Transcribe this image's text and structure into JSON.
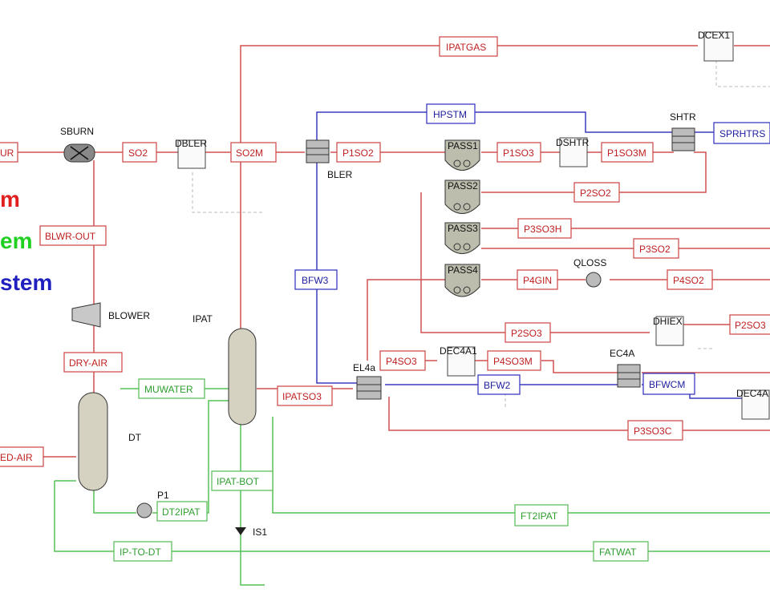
{
  "legend": {
    "line1": "m",
    "line2": "em",
    "line3": "stem",
    "color1": "#e02020",
    "color2": "#20d020",
    "color3": "#2020c0"
  },
  "stream_labels": {
    "ipatgas": "IPATGAS",
    "hpstm": "HPSTM",
    "sprhtrs": "SPRHTRS",
    "ur": "UR",
    "so2": "SO2",
    "so2m": "SO2M",
    "p1so2": "P1SO2",
    "p1so3": "P1SO3",
    "p1so3m": "P1SO3M",
    "p2so2_a": "P2SO2",
    "p3so3h": "P3SO3H",
    "p3so2": "P3SO2",
    "p4gin": "P4GIN",
    "p4so2": "P4SO2",
    "blwr_out": "BLWR-OUT",
    "bfw3": "BFW3",
    "p2so3_a": "P2SO3",
    "p2so3_b": "P2SO3",
    "p4so3": "P4SO3",
    "p4so3m": "P4SO3M",
    "bfw2": "BFW2",
    "bfwcm": "BFWCM",
    "dry_air": "DRY-AIR",
    "muwater": "MUWATER",
    "ipatso3": "IPATSO3",
    "p3so3c": "P3SO3C",
    "ed_air": "ED-AIR",
    "ipat_bot": "IPAT-BOT",
    "dt2ipat": "DT2IPAT",
    "ft2ipat": "FT2IPAT",
    "ip_to_dt": "IP-TO-DT",
    "fatwat": "FATWAT"
  },
  "block_labels": {
    "dcex": "DCEX1",
    "sburn": "SBURN",
    "dbler": "DBLER",
    "bler": "BLER",
    "pass1": "PASS1",
    "pass2": "PASS2",
    "pass3": "PASS3",
    "pass4": "PASS4",
    "dshtr": "DSHTR",
    "shtr": "SHTR",
    "qloss": "QLOSS",
    "blower": "BLOWER",
    "ipat": "IPAT",
    "dhiex": "DHIEX",
    "dec4a1": "DEC4A1",
    "ec4a": "EC4A",
    "el4a": "EL4a",
    "dec4a": "DEC4A",
    "dt": "DT",
    "p1": "P1",
    "is1": "IS1"
  }
}
